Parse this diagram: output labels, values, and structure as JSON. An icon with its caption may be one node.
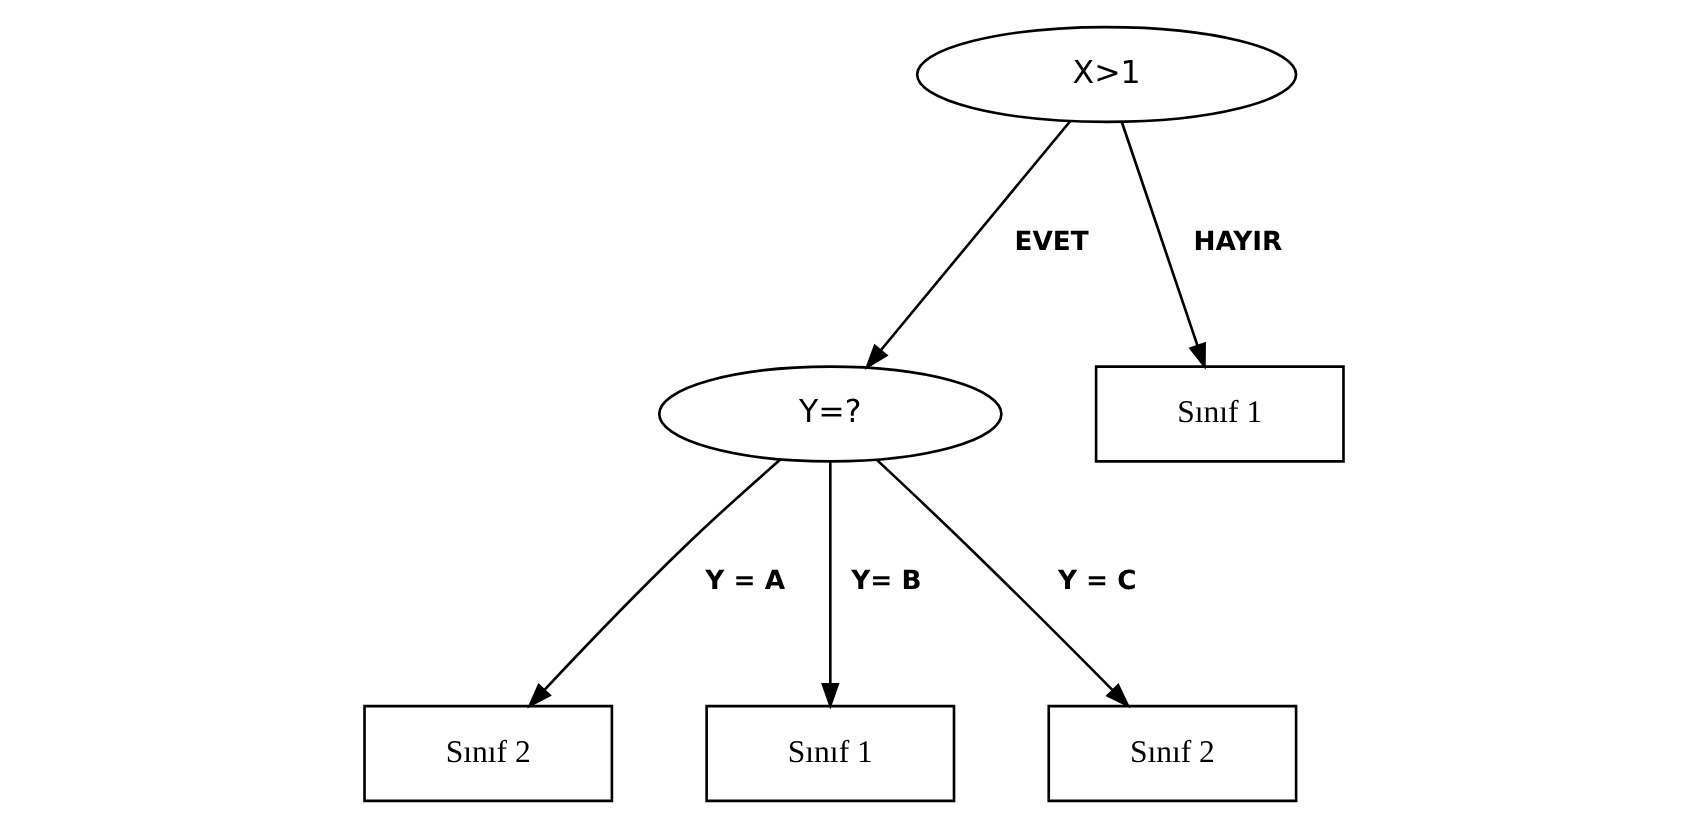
{
  "diagram": {
    "nodes": [
      {
        "text": [
          "X>1"
        ]
      },
      {
        "text": [
          "Y=?"
        ]
      },
      {
        "text": [
          "Sınıf 2"
        ]
      },
      {
        "text": [
          "Sınıf 1"
        ]
      },
      {
        "text": [
          "Sınıf 2"
        ]
      },
      {
        "text": [
          "Sınıf 1"
        ]
      }
    ],
    "edges": [
      {
        "from": 0,
        "to": 1,
        "arrow": "to",
        "label": "EVET"
      },
      {
        "from": 0,
        "to": 5,
        "arrow": "to",
        "label": "HAYIR"
      },
      {
        "from": 1,
        "to": 2,
        "arrow": "to",
        "label": "Y = A"
      },
      {
        "from": 1,
        "to": 3,
        "arrow": "to",
        "label": "Y= B"
      },
      {
        "from": 1,
        "to": 4,
        "arrow": "to",
        "label": "Y = C"
      }
    ]
  }
}
